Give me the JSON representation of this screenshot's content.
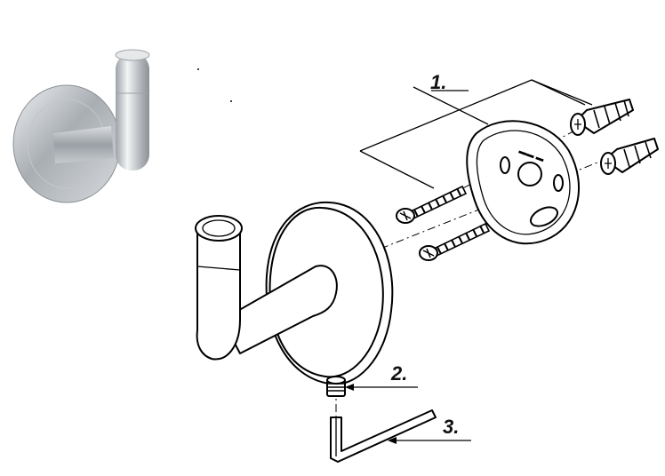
{
  "diagram": {
    "steps": [
      {
        "id": "1",
        "label": "1."
      },
      {
        "id": "2",
        "label": "2."
      },
      {
        "id": "3",
        "label": "3."
      }
    ],
    "colors": {
      "line": "#000000",
      "steel_light": "#e4e6e8",
      "steel_mid": "#b9bdc1",
      "steel_dark": "#7e8388"
    },
    "parts": [
      "product-photo",
      "robe-hook",
      "wall-plate",
      "screw",
      "wall-plug",
      "set-screw",
      "allen-key"
    ]
  }
}
